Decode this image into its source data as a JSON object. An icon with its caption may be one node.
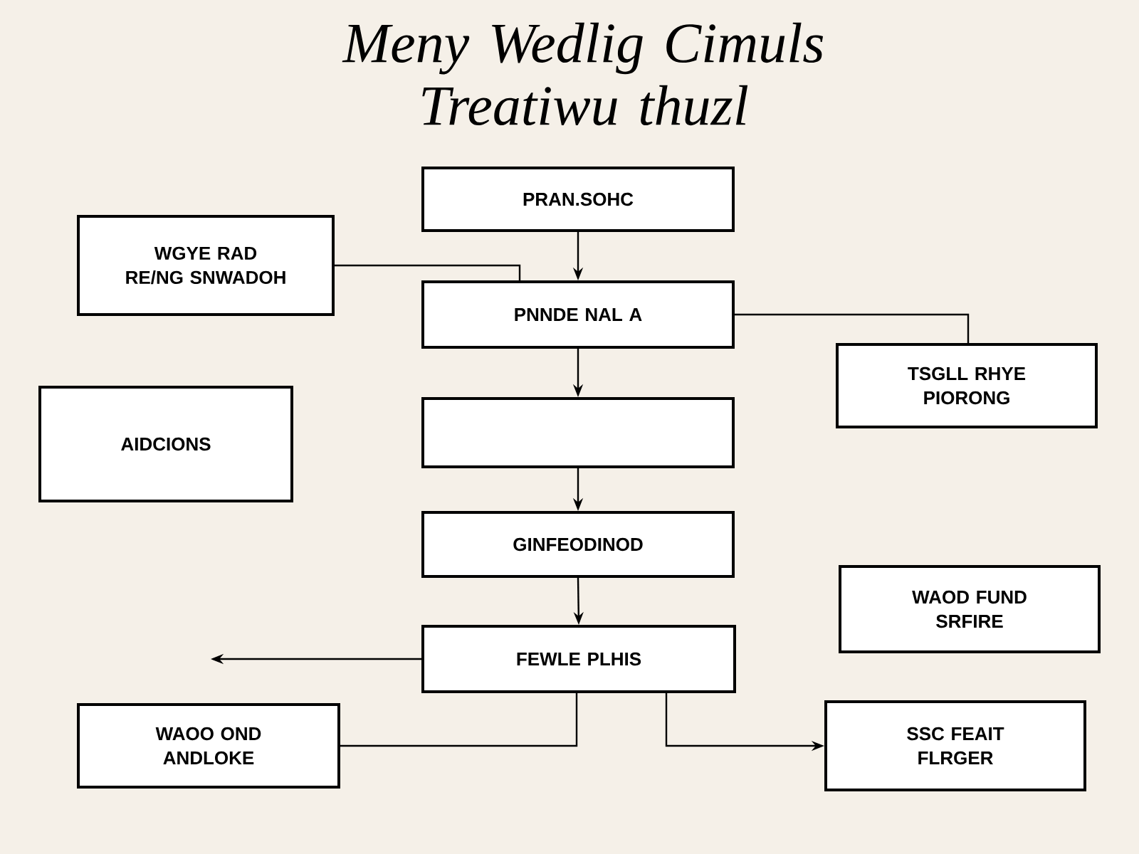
{
  "diagram": {
    "title": "Meny Wedlig Cimuls Treatiwu thuzl",
    "nodes": [
      {
        "text": [
          "PRAN.SOHC"
        ]
      },
      {
        "text": [
          "WGYE RAD RE/NG SNWADOH"
        ]
      },
      {
        "text": [
          "PNNDE NAL A"
        ]
      },
      {
        "text": [
          "TSGLL RHYE PIORONG"
        ]
      },
      {
        "text": [
          "AIDCIONS"
        ]
      },
      {
        "text": [],
        "shape": "box"
      },
      {
        "text": [
          "GINFEODINOD"
        ]
      },
      {
        "text": [
          "WAOD FUND SRFIRE"
        ]
      },
      {
        "text": [
          "FEWLE PLHIS"
        ]
      },
      {
        "text": [
          "WAOO OND ANDLOKE"
        ]
      },
      {
        "text": [
          "SSC FEAIT FLRGER"
        ]
      }
    ],
    "edges": [
      {
        "from": 0,
        "to": 2,
        "arrow": "to"
      },
      {
        "from": 1,
        "to": 2,
        "arrow": "none"
      },
      {
        "from": 2,
        "to": 3,
        "arrow": "none"
      },
      {
        "from": 2,
        "to": 5,
        "arrow": "to"
      },
      {
        "from": 5,
        "to": 6,
        "arrow": "to"
      },
      {
        "from": 6,
        "to": 8,
        "arrow": "to"
      },
      {
        "from": 8,
        "to": null,
        "arrow": "to"
      },
      {
        "from": 8,
        "to": 9,
        "arrow": "none"
      },
      {
        "from": 8,
        "to": 10,
        "arrow": "to"
      }
    ]
  }
}
